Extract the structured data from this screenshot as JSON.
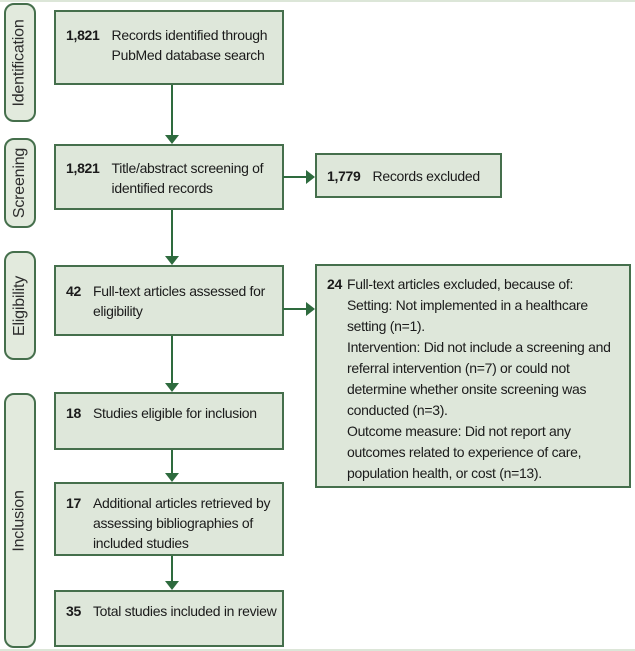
{
  "diagram": {
    "colors": {
      "box_fill": "#dee7da",
      "label_fill": "#e2eadd",
      "box_border": "#456f4c",
      "arrow": "#2e6b3e",
      "text": "#1b1b1b"
    },
    "stages": [
      {
        "label": "Identification"
      },
      {
        "label": "Screening"
      },
      {
        "label": "Eligibility"
      },
      {
        "label": "Inclusion"
      }
    ],
    "boxes": {
      "identified": {
        "count": "1,821",
        "text": "Records identified through PubMed database search"
      },
      "screened": {
        "count": "1,821",
        "text": "Title/abstract screening of identified records"
      },
      "records_excluded": {
        "count": "1,779",
        "text": "Records excluded"
      },
      "fulltext_assessed": {
        "count": "42",
        "text": "Full-text articles assessed for eligibility"
      },
      "fulltext_excluded": {
        "count": "24",
        "intro": "Full-text articles excluded, because of:",
        "reasons": [
          "Setting: Not implemented in a healthcare setting (n=1).",
          "Intervention: Did not include a screening and referral intervention (n=7) or could not determine whether onsite screening was conducted (n=3).",
          "Outcome measure: Did not report any outcomes related to experience of care, population health, or cost (n=13)."
        ]
      },
      "eligible": {
        "count": "18",
        "text": "Studies eligible for inclusion"
      },
      "additional": {
        "count": "17",
        "text": "Additional articles retrieved by assessing bibliographies of included studies"
      },
      "total": {
        "count": "35",
        "text": "Total studies included in review"
      }
    }
  }
}
